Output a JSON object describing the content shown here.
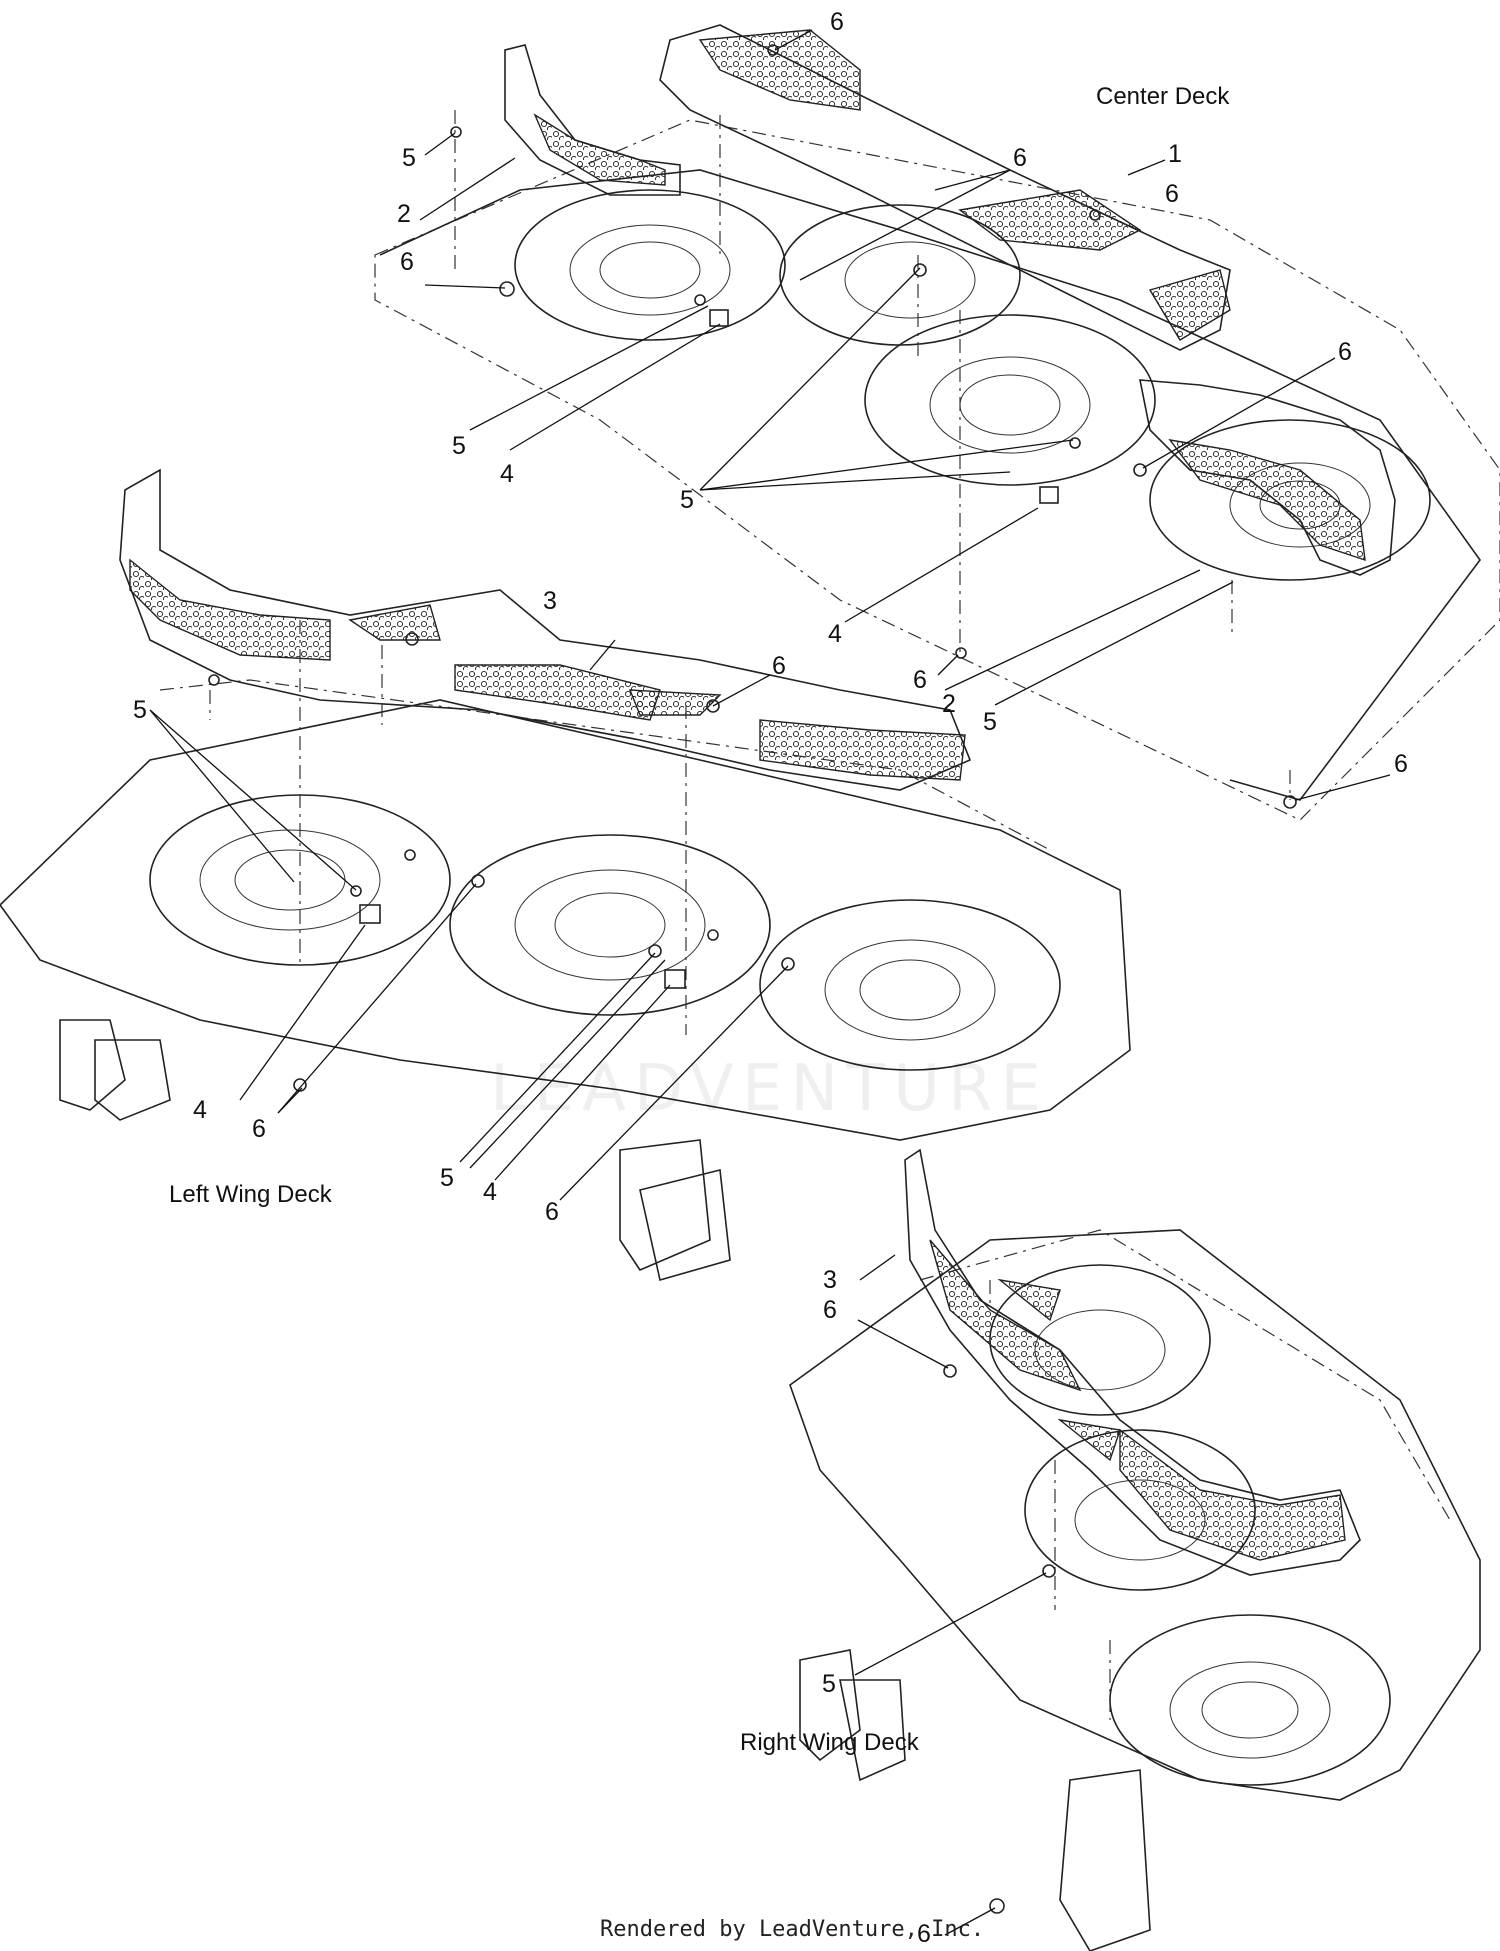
{
  "sections": {
    "center": "Center Deck",
    "left": "Left Wing Deck",
    "right": "Right Wing Deck"
  },
  "callouts": {
    "n1": "1",
    "n2": "2",
    "n3": "3",
    "n4": "4",
    "n5": "5",
    "n6": "6"
  },
  "watermark": "LEADVENTURE",
  "footer": "Rendered by LeadVenture, Inc."
}
